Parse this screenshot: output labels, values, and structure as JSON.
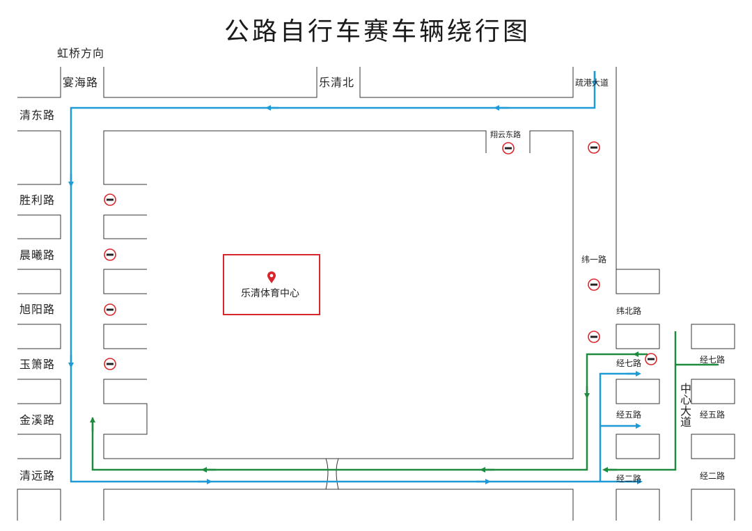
{
  "title": "公路自行车赛车辆绕行图",
  "direction_label": "虹桥方向",
  "roads": {
    "yanhai": "宴海路",
    "leqingbei": "乐清北",
    "shugang": "疏港大道",
    "qingdong": "清东路",
    "xiangyundong": "翔云东路",
    "shengli": "胜利路",
    "chenxi": "晨曦路",
    "xuyang": "旭阳路",
    "yuxiao": "玉箫路",
    "jinxi": "金溪路",
    "qingyuan": "清远路",
    "weiyi": "纬一路",
    "weibei": "纬北路",
    "jingqi_west": "经七路",
    "jingqi_east": "经七路",
    "zhongxin": "中心大道",
    "jingwu_west": "经五路",
    "jingwu_east": "经五路",
    "jinger_west": "经二路",
    "jinger_east": "经二路"
  },
  "venue": {
    "name": "乐清体育中心",
    "icon": "location-pin-icon"
  },
  "colors": {
    "road_line": "#333333",
    "detour_blue": "#1e9ad6",
    "detour_green": "#1d8a3e",
    "no_entry": "#d9262c",
    "venue_box": "#d9262c"
  }
}
